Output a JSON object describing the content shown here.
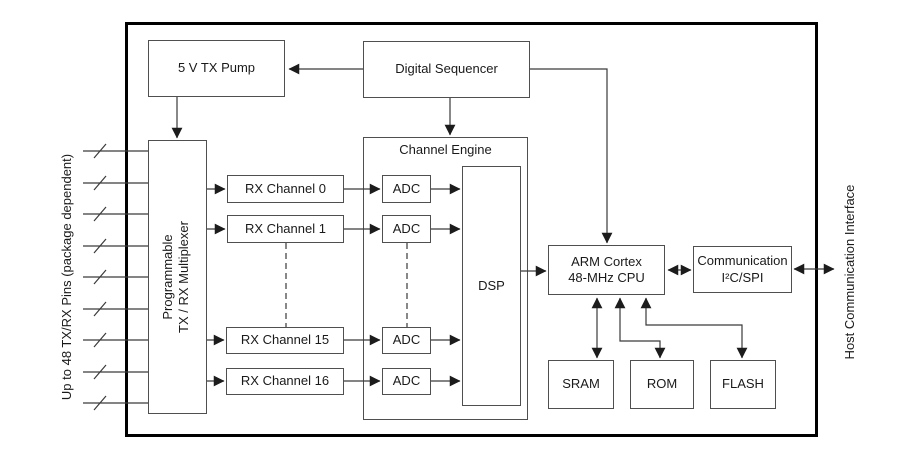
{
  "diagram": {
    "blocks": {
      "pump": "5 V TX Pump",
      "sequencer": "Digital Sequencer",
      "mux_line1": "Programmable",
      "mux_line2": "TX / RX Multiplexer",
      "channel_engine": "Channel Engine",
      "rx0": "RX Channel 0",
      "rx1": "RX Channel 1",
      "rx15": "RX Channel 15",
      "rx16": "RX Channel 16",
      "adc": "ADC",
      "dsp": "DSP",
      "cpu_line1": "ARM Cortex",
      "cpu_line2": "48-MHz CPU",
      "comm_line1": "Communication",
      "comm_line2": "I²C/SPI",
      "sram": "SRAM",
      "rom": "ROM",
      "flash": "FLASH"
    },
    "side_labels": {
      "left_pins": "Up to 48 TX/RX Pins (package dependent)",
      "host_interface": "Host Communication Interface"
    },
    "colors": {
      "wire": "#3a3a3a",
      "chip_border": "#000000",
      "box_border": "#4f4f4f",
      "text": "#1a1a1a",
      "background": "#ffffff"
    }
  }
}
